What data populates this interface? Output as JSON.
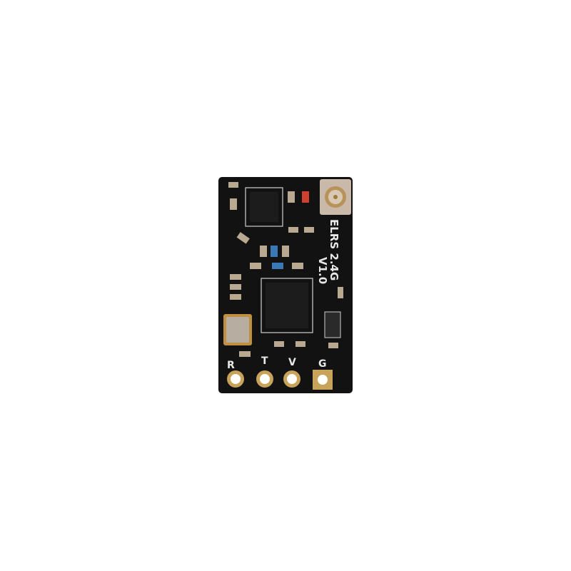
{
  "product": {
    "model_label": "ELRS 2.4G",
    "version_label": "V1.0",
    "pins": [
      "R",
      "T",
      "V",
      "G"
    ]
  },
  "colors": {
    "pcb": "#111111",
    "gold": "#c9a35a",
    "silkscreen": "#e8e8e8",
    "background": "#ffffff"
  }
}
